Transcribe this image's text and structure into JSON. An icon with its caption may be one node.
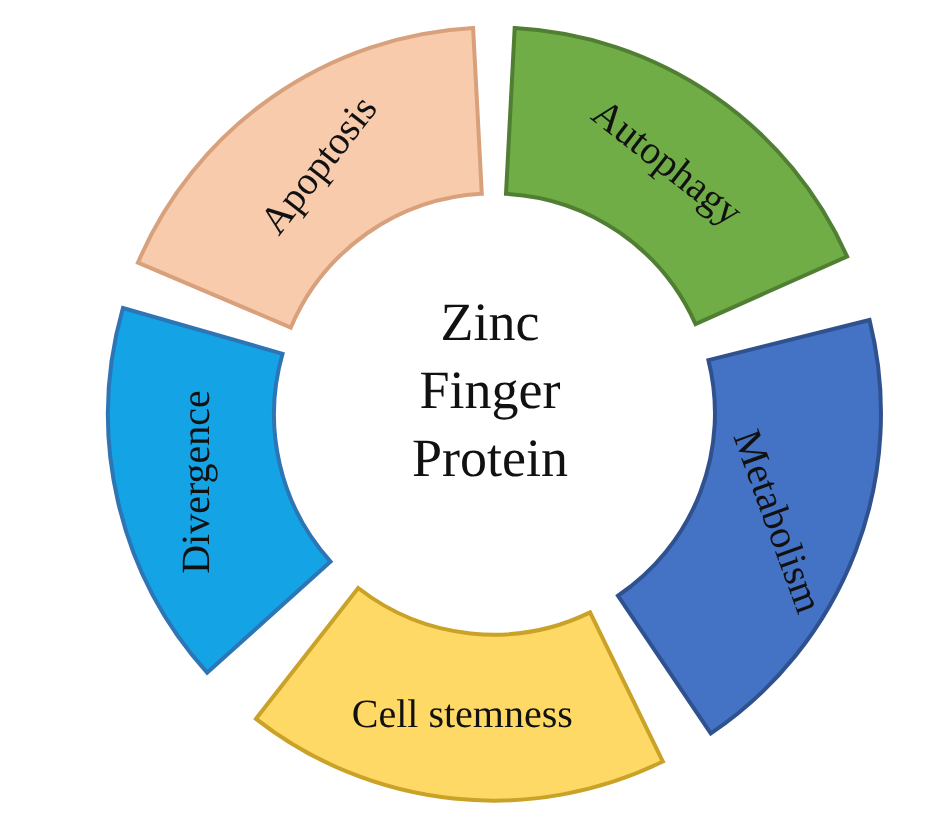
{
  "diagram": {
    "nodes": [
      {
        "text": [
          "Apoptosis"
        ]
      },
      {
        "text": [
          "Autophagy"
        ]
      },
      {
        "text": [
          "Metabolism"
        ]
      },
      {
        "text": [
          "Cell stemness"
        ]
      },
      {
        "text": [
          "Divergence"
        ]
      }
    ],
    "labels": [
      "Zinc Finger Protein"
    ]
  }
}
